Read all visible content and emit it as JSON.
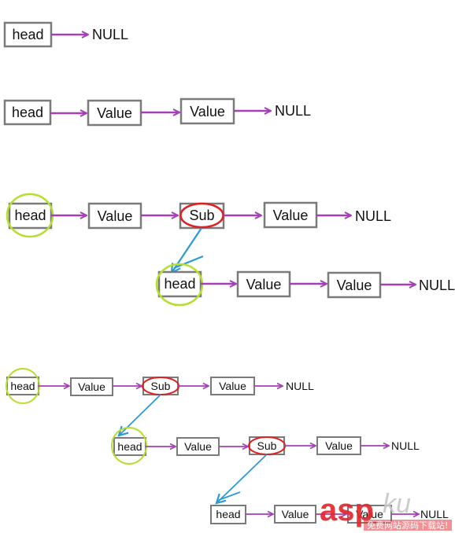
{
  "diagram": {
    "row1": {
      "head": "head",
      "end": "NULL"
    },
    "row2": {
      "head": "head",
      "v1": "Value",
      "v2": "Value",
      "end": "NULL"
    },
    "row3": {
      "top": {
        "head": "head",
        "v1": "Value",
        "sub": "Sub",
        "v2": "Value",
        "end": "NULL"
      },
      "nested": {
        "head": "head",
        "v1": "Value",
        "v2": "Value",
        "end": "NULL"
      }
    },
    "row4": {
      "level1": {
        "head": "head",
        "v1": "Value",
        "sub": "Sub",
        "v2": "Value",
        "end": "NULL"
      },
      "level2": {
        "head": "head",
        "v1": "Value",
        "sub": "Sub",
        "v2": "Value",
        "end": "NULL"
      },
      "level3": {
        "head": "head",
        "v1": "Value",
        "v2": "Value",
        "end": "NULL"
      }
    },
    "colors": {
      "arrow": "#a340b5",
      "head_circle": "#b5df2f",
      "sub_circle": "#e02020",
      "link_arrow": "#2d9ad6",
      "box_border": "#7a7a7a"
    }
  },
  "watermark": {
    "brand": "asp",
    "brand2": "ku",
    "sub": "免费网站源码下载站!"
  }
}
